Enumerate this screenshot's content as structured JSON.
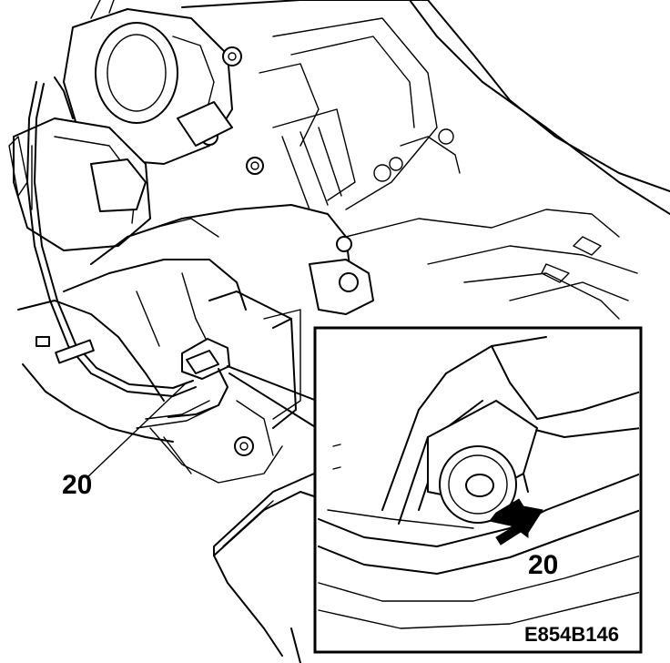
{
  "figure": {
    "callout_main": "20",
    "callout_inset": "20",
    "figure_code": "E854B146"
  }
}
